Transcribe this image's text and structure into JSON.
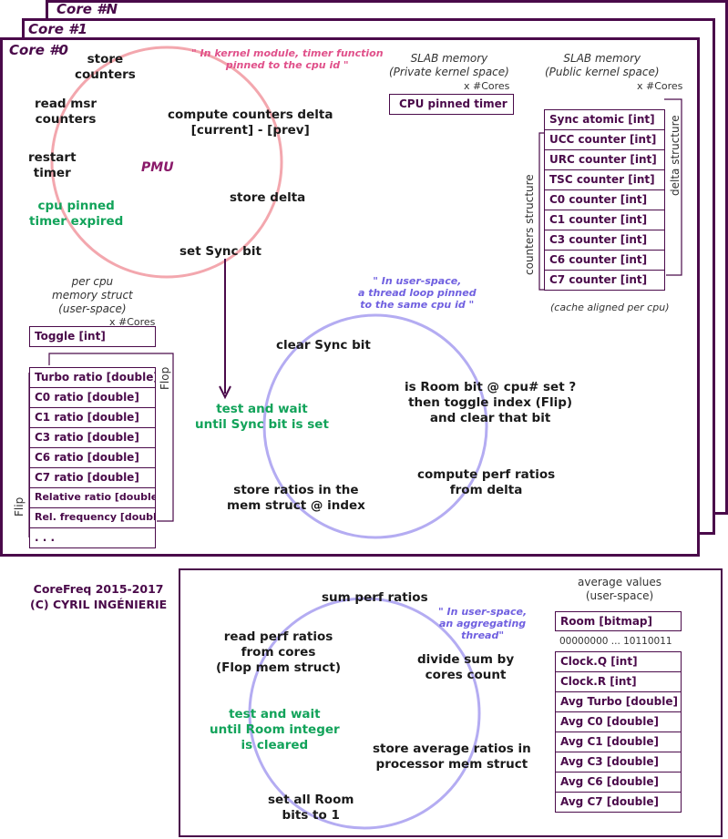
{
  "cores": {
    "n": "Core #N",
    "one": "Core #1",
    "zero": "Core #0"
  },
  "kernel": {
    "note": "\" In kernel module, timer function pinned to the cpu id \"",
    "note_l1": "\" In kernel module, timer function",
    "note_l2": "pinned to the cpu id \"",
    "pmu": "PMU",
    "store_counters": [
      "store",
      "counters"
    ],
    "read_msr": [
      "read msr",
      "counters"
    ],
    "compute_delta": [
      "compute counters delta",
      "[current] - [prev]"
    ],
    "restart_timer": [
      "restart",
      "timer"
    ],
    "store_delta": "store delta",
    "timer_expired": [
      "cpu pinned",
      "timer expired"
    ],
    "set_sync": "set Sync bit"
  },
  "slab_private": {
    "title": [
      "SLAB memory",
      "(Private kernel space)"
    ],
    "mult": "x #Cores",
    "box": "CPU pinned timer"
  },
  "slab_public": {
    "title": [
      "SLAB memory",
      "(Public kernel space)"
    ],
    "mult": "x #Cores",
    "rows": [
      "Sync atomic [int]",
      "UCC counter [int]",
      "URC counter [int]",
      "TSC counter [int]",
      "C0 counter [int]",
      "C1 counter [int]",
      "C3 counter [int]",
      "C6 counter [int]",
      "C7 counter [int]"
    ],
    "delta_label": "delta structure",
    "counters_label": "counters structure",
    "cache_note": "(cache aligned per cpu)"
  },
  "percpu": {
    "title": [
      "per cpu",
      "memory struct",
      "(user-space)"
    ],
    "mult": "x #Cores",
    "toggle": "Toggle [int]",
    "rows": [
      "Turbo ratio [double]",
      "C0 ratio [double]",
      "C1 ratio [double]",
      "C3 ratio [double]",
      "C6 ratio [double]",
      "C7 ratio [double]",
      "Relative ratio [double]",
      "Rel. frequency [double]",
      ". . ."
    ],
    "flop": "Flop",
    "flip": "Flip"
  },
  "thread": {
    "note": [
      "\" In user-space,",
      "a thread loop pinned",
      "to the same cpu id \""
    ],
    "clear_sync": "clear Sync bit",
    "room_bit": [
      "is Room bit @ cpu# set ?",
      "then toggle index (Flip)",
      "and clear that bit"
    ],
    "wait_sync": [
      "test and wait",
      "until Sync bit is set"
    ],
    "compute_ratios": [
      "compute perf ratios",
      "from delta"
    ],
    "store_ratios": [
      "store ratios in the",
      "mem struct @ index"
    ]
  },
  "credits": [
    "CoreFreq 2015-2017",
    "(C) CYRIL INGÉNIERIE"
  ],
  "aggregate": {
    "note": [
      "\" In user-space,",
      "an aggregating",
      "thread\""
    ],
    "sum": "sum perf ratios",
    "read": [
      "read perf ratios",
      "from cores",
      "(Flop mem struct)"
    ],
    "divide": [
      "divide sum by",
      "cores count"
    ],
    "wait_room": [
      "test and wait",
      "until Room integer",
      "is cleared"
    ],
    "store_avg": [
      "store average ratios in",
      "processor mem struct"
    ],
    "set_room": [
      "set all Room",
      "bits to 1"
    ]
  },
  "averages": {
    "title": [
      "average values",
      "(user-space)"
    ],
    "room": "Room [bitmap]",
    "bits": "00000000 ... 10110011",
    "rows": [
      "Clock.Q [int]",
      "Clock.R [int]",
      "Avg Turbo [double]",
      "Avg C0 [double]",
      "Avg C1 [double]",
      "Avg C3 [double]",
      "Avg C6 [double]",
      "Avg C7 [double]"
    ]
  },
  "colors": {
    "frame": "#4a0a4a",
    "green": "#12a35a",
    "pink": "#e0508a",
    "blue": "#7060e0",
    "circle_pink": "#f0a0a8",
    "circle_blue": "#b0a8f0"
  }
}
